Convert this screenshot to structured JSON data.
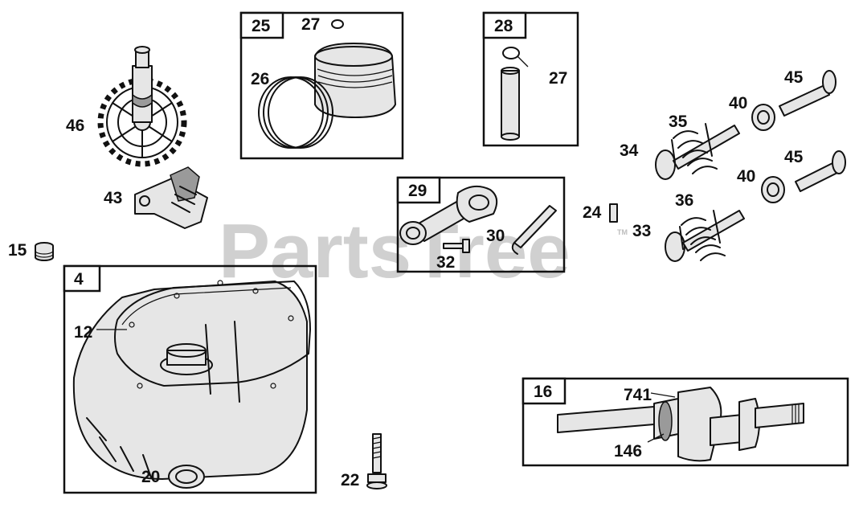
{
  "watermark": {
    "text": "PartsTree",
    "tm": "TM"
  },
  "groups": {
    "g25": "25",
    "g28": "28",
    "g29": "29",
    "g4": "4",
    "g16": "16"
  },
  "labels": {
    "p46": "46",
    "p43": "43",
    "p15": "15",
    "p12": "12",
    "p20": "20",
    "p22": "22",
    "p27a": "27",
    "p26": "26",
    "p27b": "27",
    "p32": "32",
    "p30": "30",
    "p24": "24",
    "p33": "33",
    "p36": "36",
    "p34": "34",
    "p35": "35",
    "p40a": "40",
    "p45a": "45",
    "p40b": "40",
    "p45b": "45",
    "p741": "741",
    "p146": "146"
  },
  "colors": {
    "line": "#111111",
    "background": "#ffffff",
    "watermark": "#d0d0d0"
  }
}
